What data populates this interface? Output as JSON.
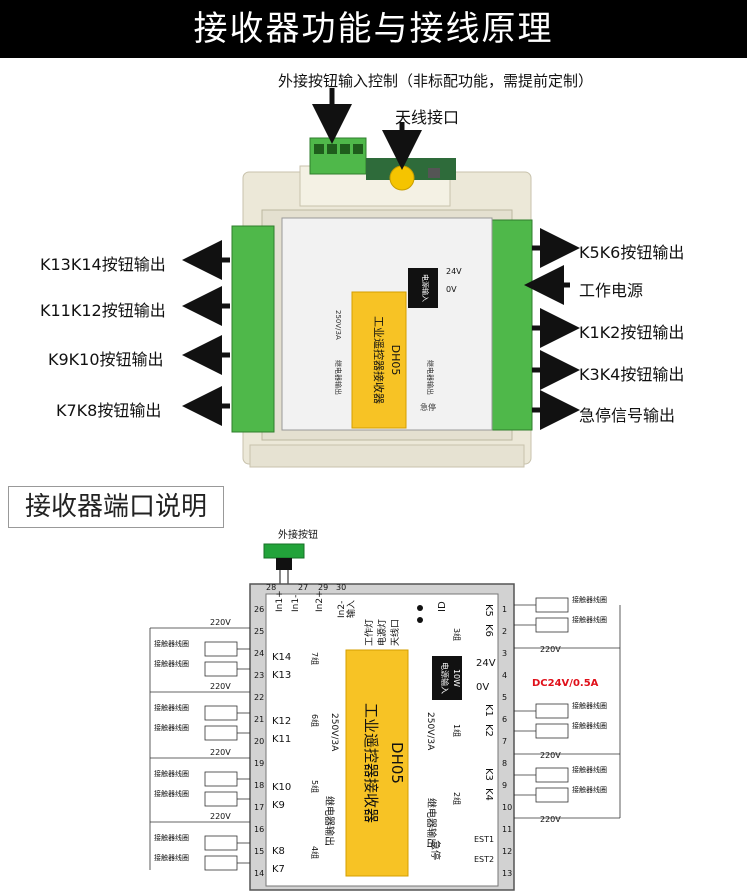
{
  "banner_title": "接收器功能与接线原理",
  "photo": {
    "top_label": "外接按钮输入控制（非标配功能，需提前定制）",
    "antenna_label": "天线接口",
    "left_labels": [
      "K13K14按钮输出",
      "K11K12按钮输出",
      "K9K10按钮输出",
      "K7K8按钮输出"
    ],
    "right_labels": [
      "K5K6按钮输出",
      "工作电源",
      "K1K2按钮输出",
      "K3K4按钮输出",
      "急停信号输出"
    ],
    "device_texts": {
      "module_title": "工业遥控器接收器",
      "model": "DH05",
      "relay_out": "继电器输出",
      "rating": "250V/3A",
      "power_in": "电源输入",
      "power_watt": "10W",
      "v24": "24V",
      "v0": "0V",
      "estop": "急停"
    }
  },
  "section_title": "接收器端口说明",
  "schematic": {
    "ext_button_label": "外接按钮",
    "module_title": "工业遥控器接收器",
    "model": "DH05",
    "top_inputs": [
      "In1+",
      "In1-",
      "In2+",
      "In2-输入"
    ],
    "top_inputs_alt": [
      "In1+",
      "In1-",
      "In2+",
      "In2-"
    ],
    "top_input_label": "输入",
    "lamp_labels": [
      "工作灯",
      "电源灯",
      "天线口"
    ],
    "id_label": "ID",
    "left_relays": [
      "K14",
      "K13",
      "K12",
      "K11",
      "K10",
      "K9",
      "K8",
      "K7"
    ],
    "left_groups": [
      "7组",
      "6组",
      "5组",
      "4组"
    ],
    "left_rating": "250V/3A",
    "left_relay_out": "继电器输出",
    "right_relays": [
      "K5",
      "K6",
      "K1",
      "K2",
      "K3",
      "K4"
    ],
    "right_groups": [
      "3组",
      "1组",
      "2组"
    ],
    "right_rating": "250V/3A",
    "right_relay_out": "继电器输出",
    "power_label": "电源输入",
    "power_watt": "10W",
    "v24": "24V",
    "v0": "0V",
    "dc_note": "DC24V/0.5A",
    "estop_label": "急停",
    "est_labels": [
      "EST1",
      "EST2"
    ],
    "coil_label": "接触器线圈",
    "ac_label": "220V",
    "left_terminals": [
      "26",
      "25",
      "24",
      "23",
      "22",
      "21",
      "20",
      "19",
      "18",
      "17",
      "16",
      "15",
      "14"
    ],
    "right_terminals": [
      "1",
      "2",
      "3",
      "4",
      "5",
      "6",
      "7",
      "8",
      "9",
      "10",
      "11",
      "12",
      "13"
    ],
    "top_terminals": [
      "28",
      "27",
      "29",
      "30"
    ]
  },
  "colors": {
    "banner_bg": "#000000",
    "module_yellow": "#f7c325",
    "terminal_green": "#4fb84a",
    "antenna_yellow": "#f5c400",
    "dc_note_red": "#e0101a",
    "device_body": "#f0ede0"
  }
}
